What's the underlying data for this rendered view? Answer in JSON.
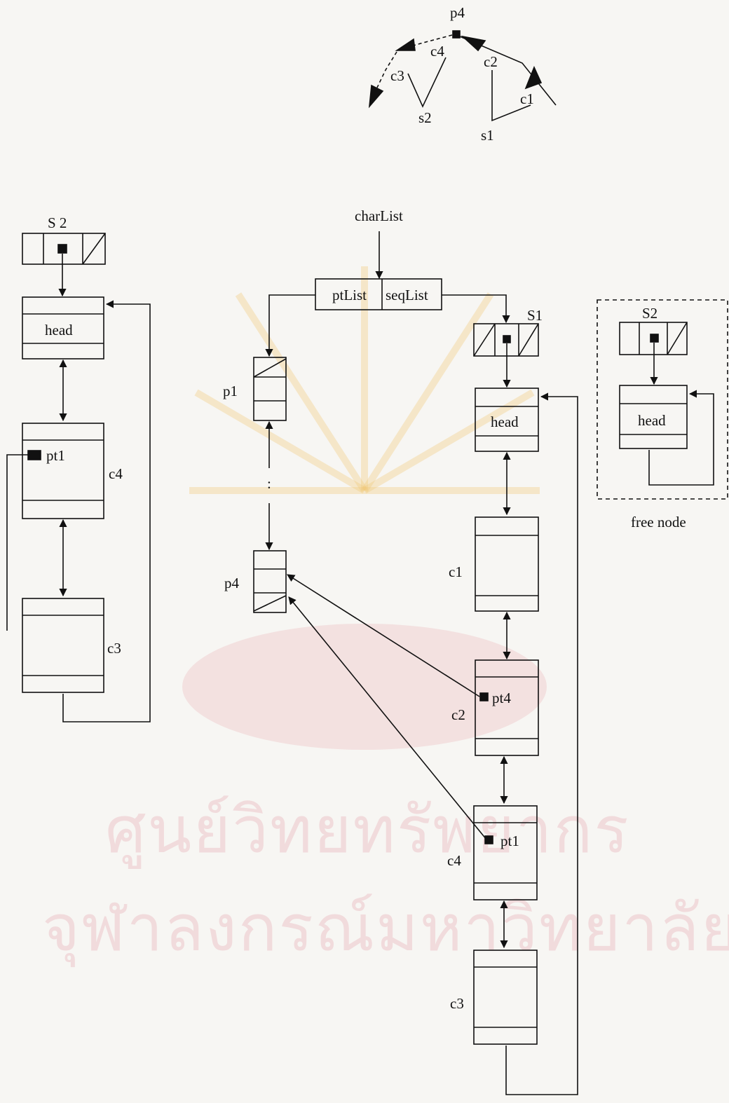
{
  "top_graph": {
    "p4": "p4",
    "c4": "c4",
    "c3": "c3",
    "s2": "s2",
    "c2": "c2",
    "c1": "c1",
    "s1": "s1"
  },
  "center": {
    "charList": "charList",
    "ptList": "ptList",
    "seqList": "seqList",
    "p1": "p1",
    "p4": "p4",
    "dots": ":"
  },
  "s1_list": {
    "name": "S1",
    "head": "head",
    "c1": "c1",
    "c2": "c2",
    "pt4": "pt4",
    "c4": "c4",
    "pt1": "pt1",
    "c3": "c3"
  },
  "s2_list": {
    "name": "S 2",
    "head": "head",
    "c4": "c4",
    "pt1": "pt1",
    "c3": "c3"
  },
  "free_node": {
    "name": "S2",
    "head": "head",
    "caption": "free node"
  },
  "watermark": {
    "line1": "ศูนย์วิทยทรัพยากร",
    "line2": "จุฬาลงกรณ์มหาวิทยาลัย"
  }
}
